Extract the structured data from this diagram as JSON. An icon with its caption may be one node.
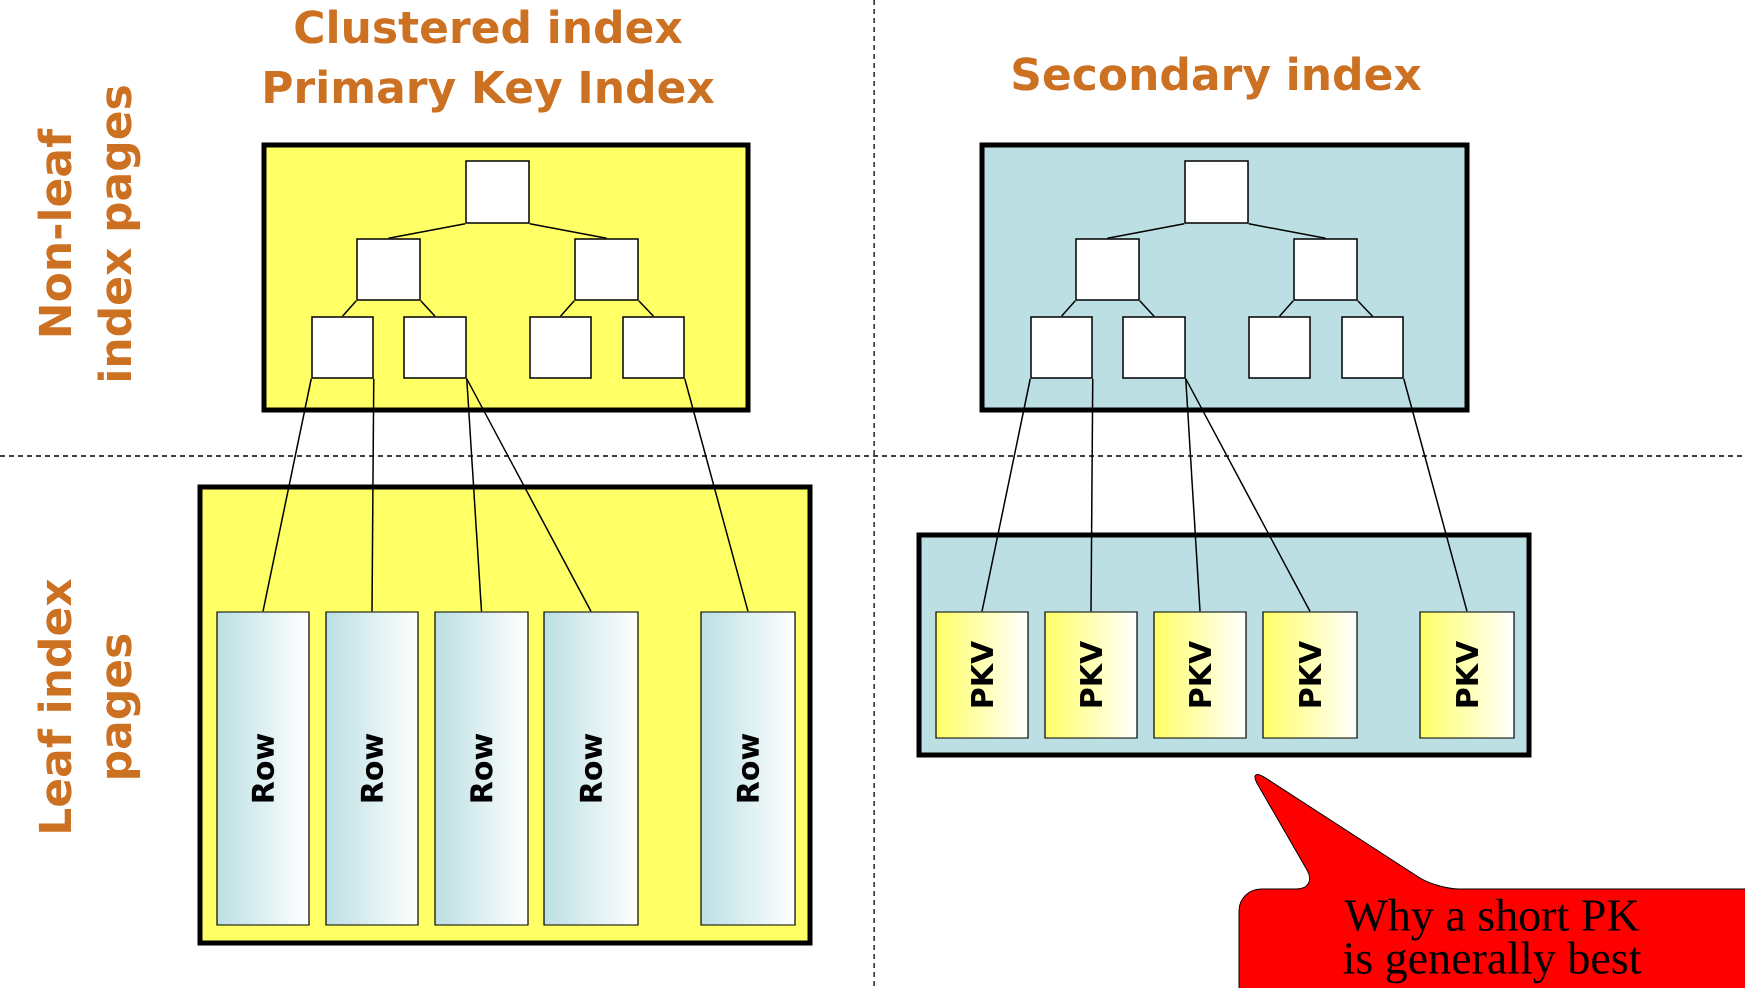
{
  "diagram": {
    "nodes": [
      {
        "text": [],
        "shape": "box"
      },
      {
        "text": [],
        "shape": "box",
        "in": 0
      },
      {
        "text": [],
        "shape": "box",
        "in": 0
      },
      {
        "text": [],
        "shape": "box",
        "in": 0
      },
      {
        "text": [],
        "shape": "box",
        "in": 0
      },
      {
        "text": [],
        "shape": "box",
        "in": 0
      },
      {
        "text": [],
        "shape": "box",
        "in": 0
      },
      {
        "text": [],
        "shape": "box",
        "in": 0
      },
      {
        "text": [],
        "shape": "box"
      },
      {
        "text": [
          "Row"
        ],
        "in": 8
      },
      {
        "text": [
          "Row"
        ],
        "in": 8
      },
      {
        "text": [
          "Row"
        ],
        "in": 8
      },
      {
        "text": [
          "Row"
        ],
        "in": 8
      },
      {
        "text": [
          "Row"
        ],
        "in": 8
      },
      {
        "text": [],
        "shape": "box"
      },
      {
        "text": [],
        "shape": "box",
        "in": 14
      },
      {
        "text": [],
        "shape": "box",
        "in": 14
      },
      {
        "text": [],
        "shape": "box",
        "in": 14
      },
      {
        "text": [],
        "shape": "box",
        "in": 14
      },
      {
        "text": [],
        "shape": "box",
        "in": 14
      },
      {
        "text": [],
        "shape": "box",
        "in": 14
      },
      {
        "text": [],
        "shape": "box",
        "in": 14
      },
      {
        "text": [],
        "shape": "box"
      },
      {
        "text": [
          "PKV"
        ],
        "in": 22
      },
      {
        "text": [
          "PKV"
        ],
        "in": 22
      },
      {
        "text": [
          "PKV"
        ],
        "in": 22
      },
      {
        "text": [
          "PKV"
        ],
        "in": 22
      },
      {
        "text": [
          "PKV"
        ],
        "in": 22
      },
      {
        "text": [
          "Why a short PK is generally best"
        ]
      }
    ],
    "edges": [
      {
        "from": 1,
        "to": 2,
        "arrow": "none"
      },
      {
        "from": 1,
        "to": 3,
        "arrow": "none"
      },
      {
        "from": 2,
        "to": 4,
        "arrow": "none"
      },
      {
        "from": 2,
        "to": 5,
        "arrow": "none"
      },
      {
        "from": 3,
        "to": 6,
        "arrow": "none"
      },
      {
        "from": 3,
        "to": 7,
        "arrow": "none"
      },
      {
        "from": 4,
        "to": 9,
        "arrow": "none"
      },
      {
        "from": 4,
        "to": 10,
        "arrow": "none"
      },
      {
        "from": 5,
        "to": 11,
        "arrow": "none"
      },
      {
        "from": 5,
        "to": 12,
        "arrow": "none"
      },
      {
        "from": 7,
        "to": 13,
        "arrow": "none"
      },
      {
        "from": 15,
        "to": 16,
        "arrow": "none"
      },
      {
        "from": 15,
        "to": 17,
        "arrow": "none"
      },
      {
        "from": 16,
        "to": 18,
        "arrow": "none"
      },
      {
        "from": 16,
        "to": 19,
        "arrow": "none"
      },
      {
        "from": 17,
        "to": 20,
        "arrow": "none"
      },
      {
        "from": 17,
        "to": 21,
        "arrow": "none"
      },
      {
        "from": 18,
        "to": 23,
        "arrow": "none"
      },
      {
        "from": 18,
        "to": 24,
        "arrow": "none"
      },
      {
        "from": 19,
        "to": 25,
        "arrow": "none"
      },
      {
        "from": 19,
        "to": 26,
        "arrow": "none"
      },
      {
        "from": 21,
        "to": 27,
        "arrow": "none"
      }
    ],
    "labels": [
      "Clustered index Primary Key Index",
      "Secondary index",
      "Non-leaf index pages",
      "Leaf index pages"
    ]
  }
}
